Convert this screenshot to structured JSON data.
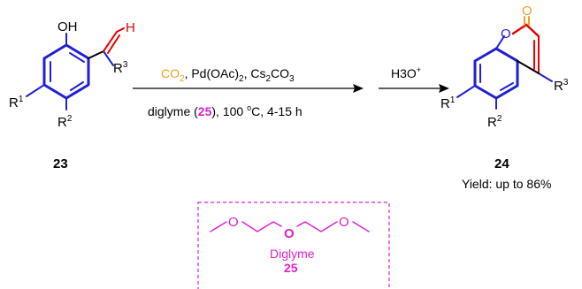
{
  "colors": {
    "blue": "#1f1fd6",
    "red": "#e60000",
    "orange": "#f0a020",
    "magenta": "#e020d0",
    "black": "#000000"
  },
  "reactant": {
    "oh": "OH",
    "h": "H",
    "r3": "R",
    "r3_sup": "3",
    "r1": "R",
    "r1_sup": "1",
    "r2": "R",
    "r2_sup": "2",
    "number": "23"
  },
  "step1": {
    "co2_main": "CO",
    "co2_sub": "2",
    "reagents_a": ", Pd(OAc)",
    "reagents_a_sub": "2",
    "reagents_b": ", Cs",
    "reagents_b_sub": "2",
    "reagents_c": "CO",
    "reagents_c_sub": "3",
    "solvent_prefix": "diglyme (",
    "solvent_ref": "25",
    "solvent_suffix": "), 100 ",
    "degree": "o",
    "time": "C, 4-15 h"
  },
  "step2": {
    "reagent": "H3O",
    "reagent_sup": "+"
  },
  "product": {
    "o_carbonyl": "O",
    "o_ring": "O",
    "r3": "R",
    "r3_sup": "3",
    "r1": "R",
    "r1_sup": "1",
    "r2": "R",
    "r2_sup": "2",
    "number": "24",
    "yield": "Yield: up to 86%"
  },
  "diglyme": {
    "o1": "O",
    "o2": "O",
    "o3": "O",
    "name": "Diglyme",
    "number": "25"
  }
}
